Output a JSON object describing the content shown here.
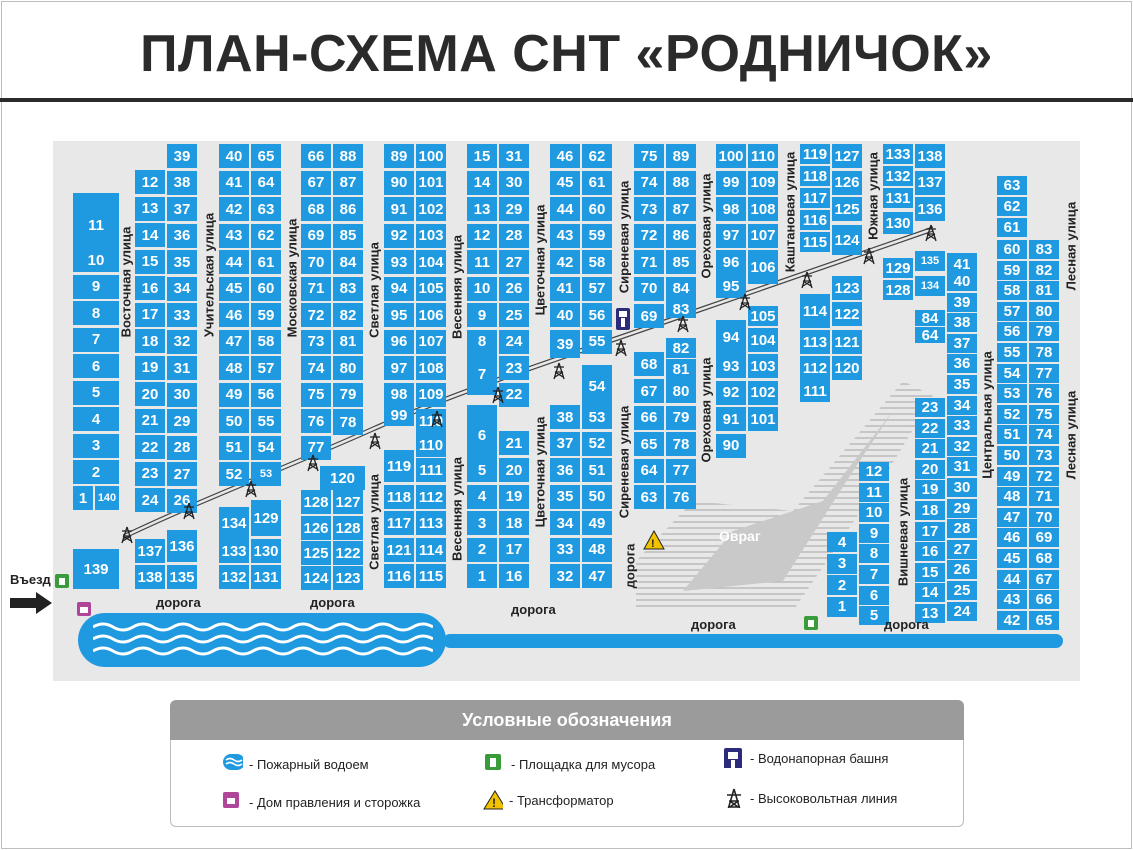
{
  "title": "ПЛАН-СХЕМА СНТ «РОДНИЧОК»",
  "entrance": "Въезд",
  "ravine": "Овраг",
  "streets": {
    "vostochnaya": "Восточная улица",
    "uchitelskaya": "Учительская улица",
    "moskovskaya": "Московская улица",
    "svetlaya": "Светлая улица",
    "vesennyaya": "Весенняя улица",
    "cvetochnaya": "Цветочная улица",
    "sirenevaya": "Сиреневая улица",
    "orekhovaya": "Ореховая улица",
    "kashtanovaya": "Каштановая улица",
    "yuzhnaya": "Южная улица",
    "vishnevaya": "Вишневая улица",
    "centralnaya": "Центральная улица",
    "lesnaya": "Лесная улица",
    "doroga": "дорога"
  },
  "legend": {
    "title": "Условные обозначения",
    "fire_pond": "- Пожарный водоем",
    "garbage": "- Площадка для мусора",
    "water_tower": "- Водонапорная башня",
    "admin_house": "- Дом правления и сторожка",
    "transformer": "- Трансформатор",
    "power_line": "- Высоковольтная линия"
  },
  "plots": {
    "c1": [
      "11",
      "10",
      "9",
      "8",
      "7",
      "6",
      "5",
      "4",
      "3",
      "2",
      "1",
      "140",
      "139"
    ],
    "c2": [
      "12",
      "13",
      "14",
      "15",
      "16",
      "17",
      "18",
      "19",
      "20",
      "21",
      "22",
      "23",
      "24",
      "137",
      "138"
    ],
    "c3": [
      "39",
      "38",
      "37",
      "36",
      "35",
      "34",
      "33",
      "32",
      "31",
      "30",
      "29",
      "28",
      "27",
      "26",
      "136",
      "135"
    ],
    "c4": [
      "40",
      "41",
      "42",
      "43",
      "44",
      "45",
      "46",
      "47",
      "48",
      "49",
      "50",
      "51",
      "52",
      "134",
      "133",
      "132"
    ],
    "c5": [
      "65",
      "64",
      "63",
      "62",
      "61",
      "60",
      "59",
      "58",
      "57",
      "56",
      "55",
      "54",
      "53",
      "129",
      "130",
      "131"
    ],
    "c6": [
      "66",
      "67",
      "68",
      "69",
      "70",
      "71",
      "72",
      "73",
      "74",
      "75",
      "76",
      "77",
      "128",
      "126",
      "125",
      "124"
    ],
    "c7": [
      "88",
      "87",
      "86",
      "85",
      "84",
      "83",
      "82",
      "81",
      "80",
      "79",
      "78",
      "120",
      "127",
      "128",
      "122",
      "123"
    ],
    "c8": [
      "89",
      "90",
      "91",
      "92",
      "93",
      "94",
      "95",
      "96",
      "97",
      "98",
      "99",
      "119",
      "118",
      "117",
      "121",
      "116"
    ],
    "c9": [
      "100",
      "101",
      "102",
      "103",
      "104",
      "105",
      "106",
      "107",
      "108",
      "109",
      "110",
      "111",
      "112",
      "113",
      "114",
      "115"
    ],
    "c10": [
      "15",
      "14",
      "13",
      "12",
      "11",
      "10",
      "9",
      "8",
      "7",
      "6",
      "5",
      "4",
      "3",
      "2",
      "1"
    ],
    "c11": [
      "31",
      "30",
      "29",
      "28",
      "27",
      "26",
      "25",
      "24",
      "23",
      "22",
      "21",
      "20",
      "19",
      "18",
      "17",
      "16"
    ],
    "c12": [
      "46",
      "45",
      "44",
      "43",
      "42",
      "41",
      "40",
      "39",
      "38",
      "37",
      "36",
      "35",
      "34",
      "33",
      "32"
    ],
    "c13": [
      "62",
      "61",
      "60",
      "59",
      "58",
      "57",
      "56",
      "55",
      "54",
      "53",
      "52",
      "51",
      "50",
      "49",
      "48",
      "47"
    ],
    "c14": [
      "75",
      "74",
      "73",
      "72",
      "71",
      "70",
      "69",
      "68",
      "67",
      "66",
      "65",
      "64",
      "63"
    ],
    "c15": [
      "89",
      "88",
      "87",
      "86",
      "85",
      "84",
      "83",
      "82",
      "81",
      "80",
      "79",
      "78",
      "77",
      "76"
    ],
    "c16": [
      "100",
      "99",
      "98",
      "97",
      "96",
      "95",
      "94",
      "93",
      "92",
      "91",
      "90"
    ],
    "c17": [
      "110",
      "109",
      "108",
      "107",
      "106",
      "105",
      "104",
      "103",
      "102",
      "101"
    ],
    "c18": [
      "119",
      "118",
      "117",
      "116",
      "115",
      "114",
      "113",
      "112",
      "111"
    ],
    "c19": [
      "127",
      "126",
      "125",
      "124",
      "123",
      "122",
      "121",
      "120"
    ],
    "c20": [
      "133",
      "132",
      "131",
      "130",
      "129",
      "128"
    ],
    "c21": [
      "138",
      "137",
      "136",
      "135",
      "134"
    ],
    "c22": [
      "84",
      "64"
    ],
    "c23": [
      "41",
      "40",
      "39",
      "38",
      "37",
      "36",
      "35",
      "34",
      "33",
      "32",
      "31",
      "30",
      "29",
      "28",
      "27",
      "26",
      "25",
      "24"
    ],
    "c24": [
      "23",
      "22",
      "21",
      "20",
      "19",
      "18",
      "17",
      "16",
      "15",
      "14",
      "13"
    ],
    "c25": [
      "12",
      "11",
      "10",
      "9",
      "8",
      "7",
      "6",
      "5"
    ],
    "c26": [
      "4",
      "3",
      "2",
      "1"
    ],
    "c27": [
      "63",
      "62",
      "61",
      "60",
      "59",
      "58",
      "57",
      "56",
      "55",
      "54",
      "53",
      "52",
      "51",
      "50",
      "49",
      "48",
      "47",
      "46",
      "45",
      "44",
      "43",
      "42"
    ],
    "c28": [
      "83",
      "82",
      "81",
      "80",
      "79",
      "78",
      "77",
      "76",
      "75",
      "74",
      "73",
      "72",
      "71",
      "70",
      "69",
      "68",
      "67",
      "66",
      "65"
    ]
  }
}
